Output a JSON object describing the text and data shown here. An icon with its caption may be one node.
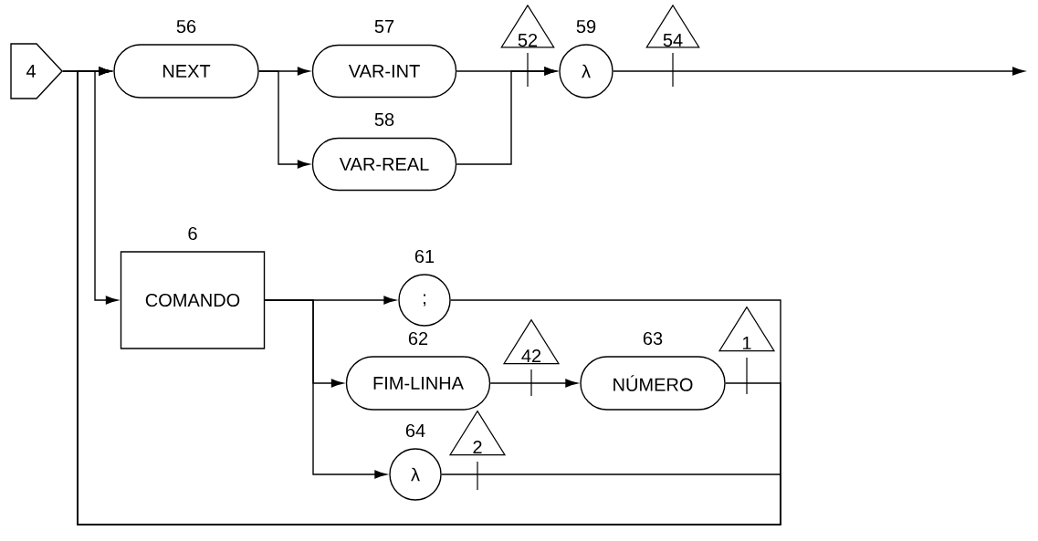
{
  "diagram": {
    "nodes": [
      {
        "text": [
          "4"
        ]
      },
      {
        "text": [
          "NEXT"
        ],
        "beside": [
          "56"
        ]
      },
      {
        "text": [
          "VAR-INT"
        ],
        "beside": [
          "57"
        ]
      },
      {
        "text": [
          "VAR-REAL"
        ],
        "beside": [
          "58"
        ]
      },
      {
        "text": [
          "λ"
        ],
        "beside": [
          "59"
        ]
      },
      {
        "text": [
          "COMANDO"
        ],
        "beside": [
          "6"
        ]
      },
      {
        "text": [
          ";"
        ],
        "beside": [
          "61"
        ]
      },
      {
        "text": [
          "FIM-LINHA"
        ],
        "beside": [
          "62"
        ]
      },
      {
        "text": [
          "NÚMERO"
        ],
        "beside": [
          "63"
        ]
      },
      {
        "text": [
          "λ"
        ],
        "beside": [
          "64"
        ]
      },
      {
        "text": [
          "52"
        ]
      },
      {
        "text": [
          "54"
        ]
      },
      {
        "text": [
          "42"
        ]
      },
      {
        "text": [
          "1"
        ]
      },
      {
        "text": [
          "2"
        ]
      }
    ],
    "edges": [
      {
        "from": 0,
        "to": 1,
        "arrow": "to"
      },
      {
        "from": 1,
        "to": 2,
        "arrow": "to"
      },
      {
        "from": 1,
        "to": 3,
        "arrow": "to"
      },
      {
        "from": 2,
        "to": 4,
        "arrow": "to"
      },
      {
        "from": 3,
        "to": 4,
        "arrow": "to"
      },
      {
        "from": 4,
        "to": null,
        "arrow": "to"
      },
      {
        "from": 0,
        "to": 5,
        "arrow": "to"
      },
      {
        "from": 5,
        "to": 6,
        "arrow": "to"
      },
      {
        "from": 5,
        "to": 7,
        "arrow": "to"
      },
      {
        "from": 5,
        "to": 9,
        "arrow": "to"
      },
      {
        "from": 7,
        "to": 8,
        "arrow": "to"
      },
      {
        "from": 6,
        "to": 1,
        "arrow": "to"
      },
      {
        "from": 8,
        "to": 1,
        "arrow": "to"
      },
      {
        "from": 9,
        "to": 1,
        "arrow": "to"
      }
    ]
  }
}
